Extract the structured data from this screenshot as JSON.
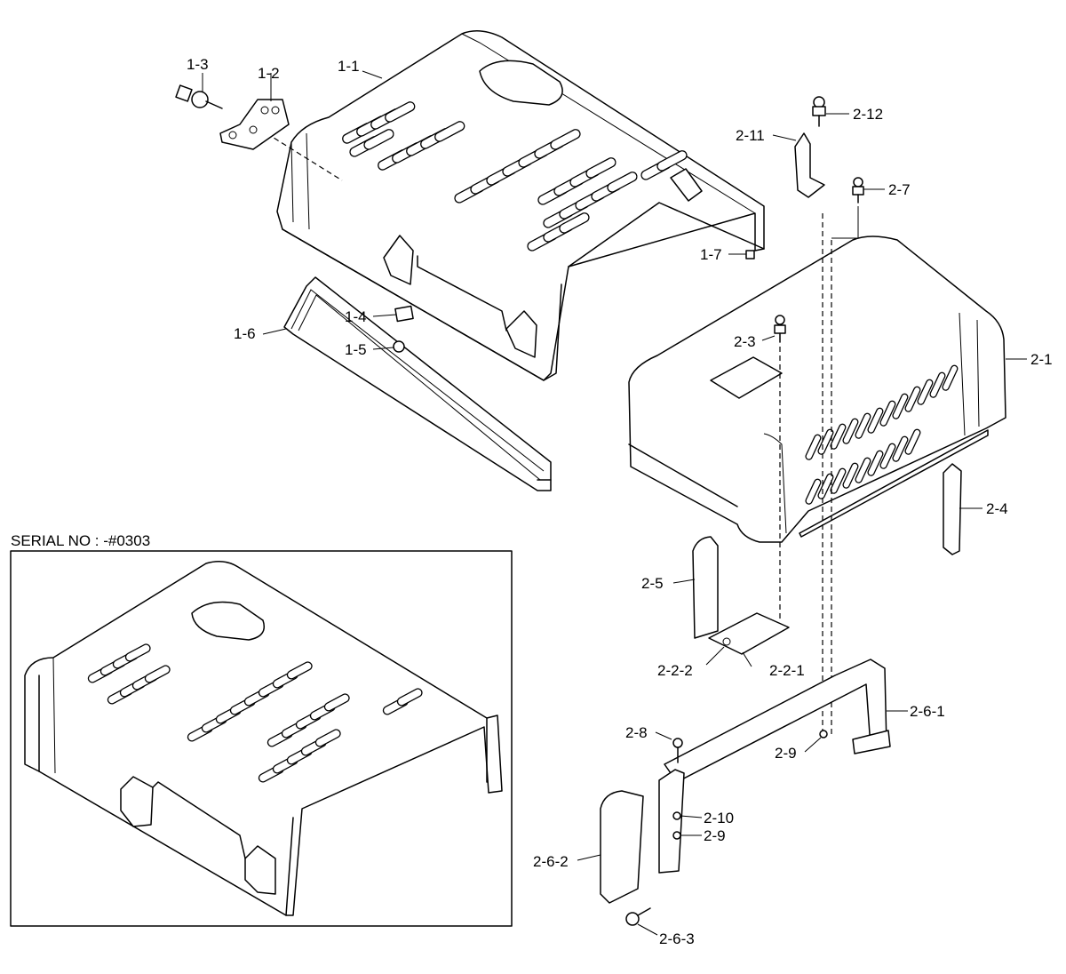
{
  "serial_note": "SERIAL NO : -#0303",
  "callouts": {
    "c1_1": "1-1",
    "c1_2": "1-2",
    "c1_3": "1-3",
    "c1_4": "1-4",
    "c1_5": "1-5",
    "c1_6": "1-6",
    "c1_7": "1-7",
    "c2_1": "2-1",
    "c2_2_1": "2-2-1",
    "c2_2_2": "2-2-2",
    "c2_3": "2-3",
    "c2_4": "2-4",
    "c2_5": "2-5",
    "c2_6_1": "2-6-1",
    "c2_6_2": "2-6-2",
    "c2_6_3": "2-6-3",
    "c2_7": "2-7",
    "c2_8": "2-8",
    "c2_9a": "2-9",
    "c2_9b": "2-9",
    "c2_10": "2-10",
    "c2_11": "2-11",
    "c2_12": "2-12"
  }
}
